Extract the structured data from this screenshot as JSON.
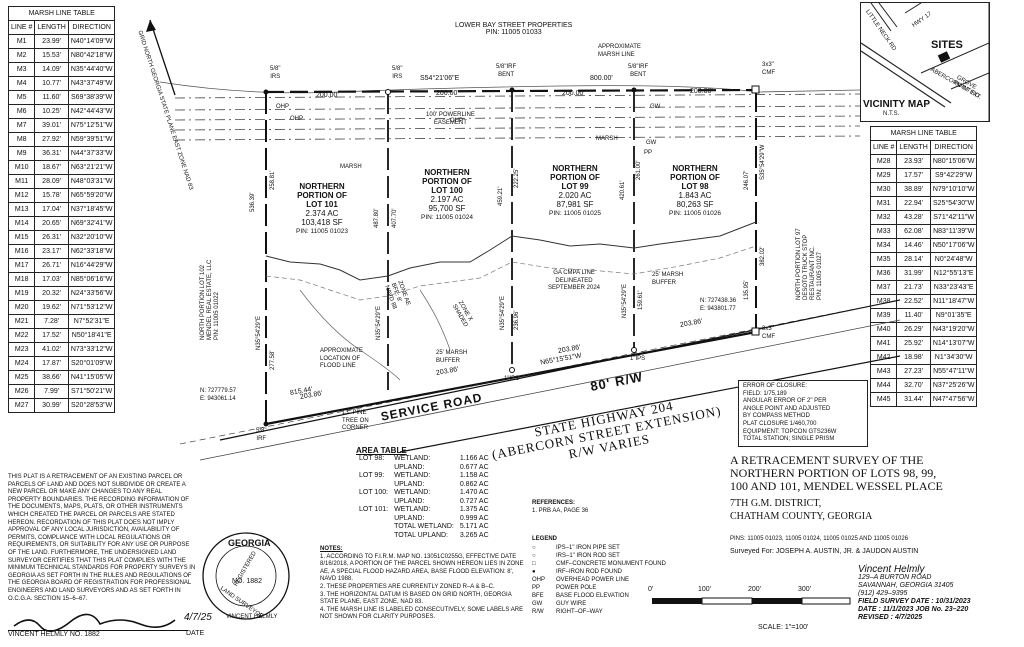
{
  "marsh_table_left": {
    "title": "MARSH LINE TABLE",
    "headers": [
      "LINE #",
      "LENGTH",
      "DIRECTION"
    ],
    "rows": [
      [
        "M1",
        "23.99'",
        "N40°14'09\"W"
      ],
      [
        "M2",
        "15.53'",
        "N80°42'18\"W"
      ],
      [
        "M3",
        "14.09'",
        "N35°44'40\"W"
      ],
      [
        "M4",
        "10.77'",
        "N43°37'49\"W"
      ],
      [
        "M5",
        "11.60'",
        "S69°38'39\"W"
      ],
      [
        "M6",
        "10.25'",
        "N42°44'43\"W"
      ],
      [
        "M7",
        "39.01'",
        "N75°12'51\"W"
      ],
      [
        "M8",
        "27.92'",
        "N59°39'51\"W"
      ],
      [
        "M9",
        "36.31'",
        "N44°37'33\"W"
      ],
      [
        "M10",
        "18.67'",
        "N63°21'21\"W"
      ],
      [
        "M11",
        "28.09'",
        "N48°03'31\"W"
      ],
      [
        "M12",
        "15.78'",
        "N65°59'20\"W"
      ],
      [
        "M13",
        "17.04'",
        "N37°18'45\"W"
      ],
      [
        "M14",
        "20.65'",
        "N69°32'41\"W"
      ],
      [
        "M15",
        "26.31'",
        "N32°20'10\"W"
      ],
      [
        "M16",
        "23.17'",
        "N62°33'18\"W"
      ],
      [
        "M17",
        "26.71'",
        "N16°44'29\"W"
      ],
      [
        "M18",
        "17.03'",
        "N85°06'16\"W"
      ],
      [
        "M19",
        "20.32'",
        "N24°33'56\"W"
      ],
      [
        "M20",
        "19.62'",
        "N71°53'12\"W"
      ],
      [
        "M21",
        "7.28'",
        "N7°52'31\"E"
      ],
      [
        "M22",
        "17.52'",
        "N50°18'41\"E"
      ],
      [
        "M23",
        "41.02'",
        "N73°33'12\"W"
      ],
      [
        "M24",
        "17.87'",
        "S20°01'09\"W"
      ],
      [
        "M25",
        "38.66'",
        "N41°15'05\"W"
      ],
      [
        "M26",
        "7.99'",
        "S71°50'21\"W"
      ],
      [
        "M27",
        "30.99'",
        "S20°28'53\"W"
      ]
    ]
  },
  "marsh_table_right": {
    "title": "MARSH LINE TABLE",
    "headers": [
      "LINE #",
      "LENGTH",
      "DIRECTION"
    ],
    "rows": [
      [
        "M28",
        "23.93'",
        "N80°15'06\"W"
      ],
      [
        "M29",
        "17.57'",
        "S9°42'29\"W"
      ],
      [
        "M30",
        "38.89'",
        "N79°10'10\"W"
      ],
      [
        "M31",
        "22.94'",
        "S25°54'30\"W"
      ],
      [
        "M32",
        "43.28'",
        "S71°42'11\"W"
      ],
      [
        "M33",
        "62.08'",
        "N83°11'39\"W"
      ],
      [
        "M34",
        "14.46'",
        "N50°17'06\"W"
      ],
      [
        "M35",
        "28.14'",
        "N0°24'48\"W"
      ],
      [
        "M36",
        "31.99'",
        "N12°55'13\"E"
      ],
      [
        "M37",
        "21.73'",
        "N33°23'43\"E"
      ],
      [
        "M38",
        "22.52'",
        "N11°18'47\"W"
      ],
      [
        "M39",
        "11.40'",
        "N9°01'35\"E"
      ],
      [
        "M40",
        "26.29'",
        "N43°19'20\"W"
      ],
      [
        "M41",
        "25.92'",
        "N14°13'07\"W"
      ],
      [
        "M42",
        "18.98'",
        "N1°34'30\"W"
      ],
      [
        "M43",
        "27.23'",
        "N55°47'11\"W"
      ],
      [
        "M44",
        "32.70'",
        "N37°25'26\"W"
      ],
      [
        "M45",
        "31.44'",
        "N47°47'56\"W"
      ]
    ]
  },
  "vicinity": {
    "title": "VICINITY MAP",
    "scale": "N.T.S.",
    "sites": "SITES",
    "roads": [
      "LITTLE NECK RD",
      "HWY 17",
      "ABERCORN ST EXT.",
      "GROVE POINT RD"
    ]
  },
  "top": {
    "lower_bay": "LOWER BAY STREET PROPERTIES",
    "lower_bay_pin": "PIN: 11005 01033",
    "approx_marsh": "APPROXIMATE\nMARSH LINE",
    "grid_north": "GRID NORTH GEORGIA STATE PLANE EAST ZONE NAD 83"
  },
  "lots": [
    {
      "title": "NORTHERN\nPORTION OF\nLOT 101",
      "ac": "2.374 AC",
      "sf": "103,418 SF",
      "pin": "PIN: 11005 01023"
    },
    {
      "title": "NORTHERN\nPORTION OF\nLOT 100",
      "ac": "2.197 AC",
      "sf": "95,700 SF",
      "pin": "PIN: 11005 01024"
    },
    {
      "title": "NORTHERN\nPORTION OF\nLOT 99",
      "ac": "2.020 AC",
      "sf": "87,981 SF",
      "pin": "PIN: 11005 01025"
    },
    {
      "title": "NORTHERN\nPORTION OF\nLOT 98",
      "ac": "1.843 AC",
      "sf": "80,263 SF",
      "pin": "PIN: 11005 01026"
    }
  ],
  "plan_labels": {
    "irs1": "5/8\"\nIRS",
    "irs2": "5/8\"\nIRS",
    "irf_bent1": "5/8\"IRF\nBENT",
    "irf_bent2": "5/8\"IRF\nBENT",
    "cmf_top": "3x3\"\nCMF",
    "cmf_bot": "3x3\"\nCMF",
    "bearing_top": "S54°21'06\"E",
    "dist_top": "800.00'",
    "d200a": "200.00'",
    "d200b": "200.00'",
    "d200c": "200.00'",
    "d200d": "200.00'",
    "ohp": "OHP",
    "powerline": "100' POWERLINE\nEASEMENT",
    "marsh": "MARSH",
    "gw": "GW",
    "pp": "PP",
    "ga_cmpa": "GA CMPA LINE\nDELINEATED\nSEPTEMBER 2024",
    "buffer25": "25' MARSH\nBUFFER",
    "buffer25b": "25' MARSH\nBUFFER",
    "approx_flood": "APPROXIMATE\nLOCATION OF\nFLOOD LINE",
    "zone_ae": "ZONE AE\nBFE: 8'\nNAVD 88",
    "zone_x": "ZONE X\nSHADED",
    "coord_left": "N: 727779.57\nE: 943061.14",
    "coord_right": "N: 727438.36\nE: 943801.77",
    "pine": "13\" PINE\nTREE ON\nCORNER",
    "irf_bot": "5/8\"\nIRF",
    "ips1": "1\"IPS",
    "ips2": "1\"IPS",
    "service": "SERVICE ROAD",
    "rw80": "80' R/W",
    "bearing_bot": "N65°15'51\"W",
    "dist_bot": "815.44'",
    "d203a": "203.86'",
    "d203b": "203.86'",
    "d203c": "203.86'",
    "d203d": "203.86'",
    "v1": "536.39'",
    "v2": "258.81'",
    "v3": "277.58'",
    "v4": "487.80'",
    "v5": "407.70'",
    "v6": "459.21'",
    "v7": "222.25'",
    "v8": "236.96'",
    "v9": "420.61'",
    "v10": "261.00'",
    "v11": "159.61'",
    "v12": "246.07'",
    "v13": "382.02'",
    "v14": "135.95'",
    "b1": "N35°54'29\"E",
    "b2": "N35°54'29\"E",
    "b3": "N35°54'29\"E",
    "b4": "N35°54'29\"E",
    "b5": "S35°54'29\"W",
    "west_owner": "NORTH PORTION LOT 102\nMENDEL REAL ESTATE, LLC\nPIN: 11005 01022",
    "east_owner": "NORTH PORTION LOT 97\nDESOTO TRUCK STOP\nRESTAURANT INC.\nPIN: 11005 01027"
  },
  "highway": {
    "line1": "STATE HIGHWAY 204",
    "line2": "(ABERCORN STREET EXTENSION)",
    "line3": "R/W VARIES"
  },
  "area_table": {
    "title": "AREA TABLE",
    "rows": [
      [
        "LOT 98:",
        "WETLAND:",
        "1.166 AC"
      ],
      [
        "",
        "UPLAND:",
        "0.677 AC"
      ],
      [
        "LOT 99:",
        "WETLAND:",
        "1.158 AC"
      ],
      [
        "",
        "UPLAND:",
        "0.862 AC"
      ],
      [
        "LOT 100:",
        "WETLAND:",
        "1.470 AC"
      ],
      [
        "",
        "UPLAND:",
        "0.727 AC"
      ],
      [
        "LOT 101:",
        "WETLAND:",
        "1.375 AC"
      ],
      [
        "",
        "UPLAND:",
        "0.999 AC"
      ],
      [
        "",
        "TOTAL WETLAND:",
        "5.171 AC"
      ],
      [
        "",
        "TOTAL UPLAND:",
        "3.265 AC"
      ]
    ]
  },
  "closure": {
    "lines": [
      "ERROR OF CLOSURE:",
      "FIELD: 1/75,189",
      "ANGULAR ERROR OF 2\" PER",
      "ANGLE POINT AND ADJUSTED",
      "BY COMPASS METHOD",
      "PLAT CLOSURE 1/460,700",
      "EQUIPMENT: TOPCON GTS236W",
      "TOTAL STATION; SINGLE PRISM"
    ]
  },
  "title_block": {
    "title": [
      "A RETRACEMENT SURVEY OF THE",
      "NORTHERN PORTION OF LOTS 98, 99,",
      "100 AND 101, MENDEL WESSEL PLACE"
    ],
    "district": "7TH G.M. DISTRICT,",
    "county": "CHATHAM COUNTY, GEORGIA",
    "pins": "PINS: 11005 01023, 11005 01024, 11005 01025 AND 11005 01026",
    "surveyed": "Surveyed For: JOSEPH A. AUSTIN, JR. & JAUDON AUSTIN"
  },
  "surveyor": {
    "name": "Vincent Helmly",
    "addr1": "129–A BURTON ROAD",
    "addr2": "SAVANNAH, GEORGIA 31405",
    "phone": "(912) 429–9395",
    "field": "FIELD SURVEY DATE : 10/31/2023",
    "date": "DATE : 11/1/2023  JOB No. 23–220",
    "revised": "REVISED :  4/7/2025"
  },
  "references": {
    "title": "REFERENCES:",
    "items": [
      "1. PRB AA, PAGE 36"
    ]
  },
  "legend": {
    "title": "LEGEND",
    "items": [
      [
        "○",
        "IPS–1\" IRON PIPE SET"
      ],
      [
        "○",
        "IRS–1\" IRON ROD SET"
      ],
      [
        "□",
        "CMF–CONCRETE MONUMENT FOUND"
      ],
      [
        "●",
        "IRF–IRON ROD FOUND"
      ],
      [
        "OHP",
        "OVERHEAD POWER LINE"
      ],
      [
        "PP",
        "POWER POLE"
      ],
      [
        "BFE",
        "BASE FLOOD ELEVATION"
      ],
      [
        "GW",
        "GUY WIRE"
      ],
      [
        "R/W",
        "RIGHT–OF–WAY"
      ]
    ]
  },
  "scale": {
    "ticks": [
      "0'",
      "100'",
      "200'",
      "300'"
    ],
    "label": "SCALE: 1\"=100'"
  },
  "notes": {
    "title": "NOTES:",
    "items": [
      "1. ACCORDING TO F.I.R.M. MAP NO. 13051C0255G, EFFECTIVE DATE 8/16/2018, A PORTION OF THE PARCEL SHOWN HEREON LIES IN ZONE AE, A SPECIAL FLOOD HAZARD AREA, BASE FLOOD ELEVATION: 8', NAVD 1988.",
      "2. THESE PROPERTIES ARE CURRENTLY ZONED R–A & B–C.",
      "3. THE HORIZONTAL DATUM IS BASED ON GRID NORTH, GEORGIA STATE PLANE, EAST ZONE, NAD 83.",
      "4. THE MARSH LINE IS LABELED CONSECUTIVELY, SOME LABELS ARE NOT SHOWN FOR CLARITY PURPOSES."
    ]
  },
  "certificate": "THIS PLAT IS A RETRACEMENT OF AN EXISTING PARCEL OR PARCELS OF LAND AND DOES NOT SUBDIVIDE OR CREATE A NEW PARCEL OR MAKE ANY CHANGES TO ANY REAL PROPERTY BOUNDARIES. THE RECORDING INFORMATION OF THE DOCUMENTS, MAPS, PLATS, OR OTHER INSTRUMENTS WHICH CREATED THE PARCEL OR PARCELS ARE STATED HEREON. RECORDATION OF THIS PLAT DOES NOT IMPLY APPROVAL OF ANY LOCAL JURISDICTION, AVAILABILITY OF PERMITS, COMPLIANCE WITH LOCAL REGULATIONS OR REQUIREMENTS, OR SUITABILITY FOR ANY USE OR PURPOSE OF THE LAND. FURTHERMORE, THE UNDERSIGNED LAND SURVEYOR CERTIFIES THAT THIS PLAT COMPLIES WITH THE MINIMUM TECHNICAL STANDARDS FOR PROPERTY SURVEYS IN GEORGIA AS SET FORTH IN THE RULES AND REGULATIONS OF THE GEORGIA BOARD OF REGISTRATION FOR PROFESSIONAL ENGINEERS AND LAND SURVEYORS AND AS SET FORTH IN O.C.G.A. SECTION 15–6–67.",
  "seal": {
    "top": "GEORGIA",
    "mid": "REGISTERED",
    "no": "NO. 1882",
    "bottom": "LAND SURVEYOR",
    "name": "VINCENT HELMLY",
    "sign_label": "VINCENT HELMLY NO. 1882",
    "sig_date": "4/7/25",
    "date": "DATE"
  }
}
